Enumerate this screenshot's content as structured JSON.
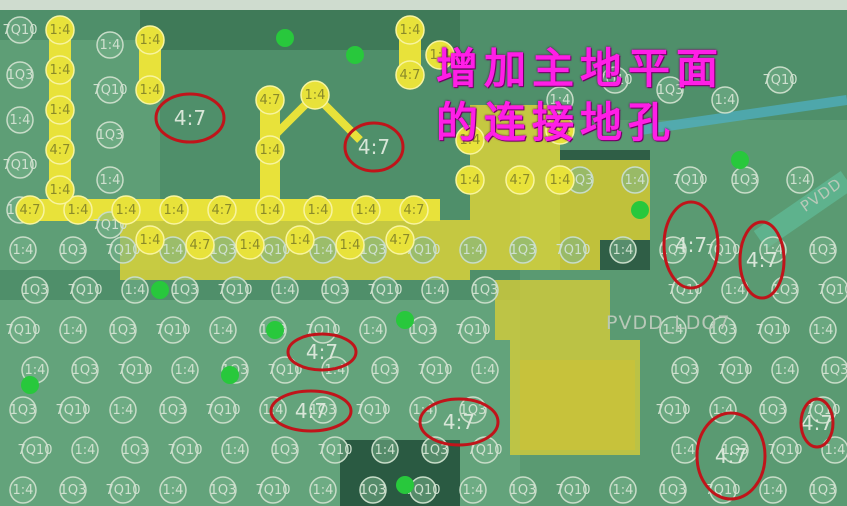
{
  "annotation": {
    "line1": "增加主地平面",
    "line2": "的连接地孔"
  },
  "net_labels": {
    "pvdd_ldo7": "PVDD_LDO7",
    "pvdd": "PVDD"
  },
  "via_label_ground": "4:7",
  "via_label_a": "1:4",
  "via_label_b": "1Q3",
  "via_label_c": "7Q10",
  "colors": {
    "board": "#4f8f6a",
    "copper_plane": "#6fae86",
    "yellow_plane": "#d9d23a",
    "yellow_via": "#e8e23a",
    "mark_ellipse": "#c0141a",
    "annotation": "#ff1ee6",
    "dark_fill": "#1e3a2c",
    "green_dot": "#28c83c",
    "cyan_trace": "#4fb0c8"
  }
}
